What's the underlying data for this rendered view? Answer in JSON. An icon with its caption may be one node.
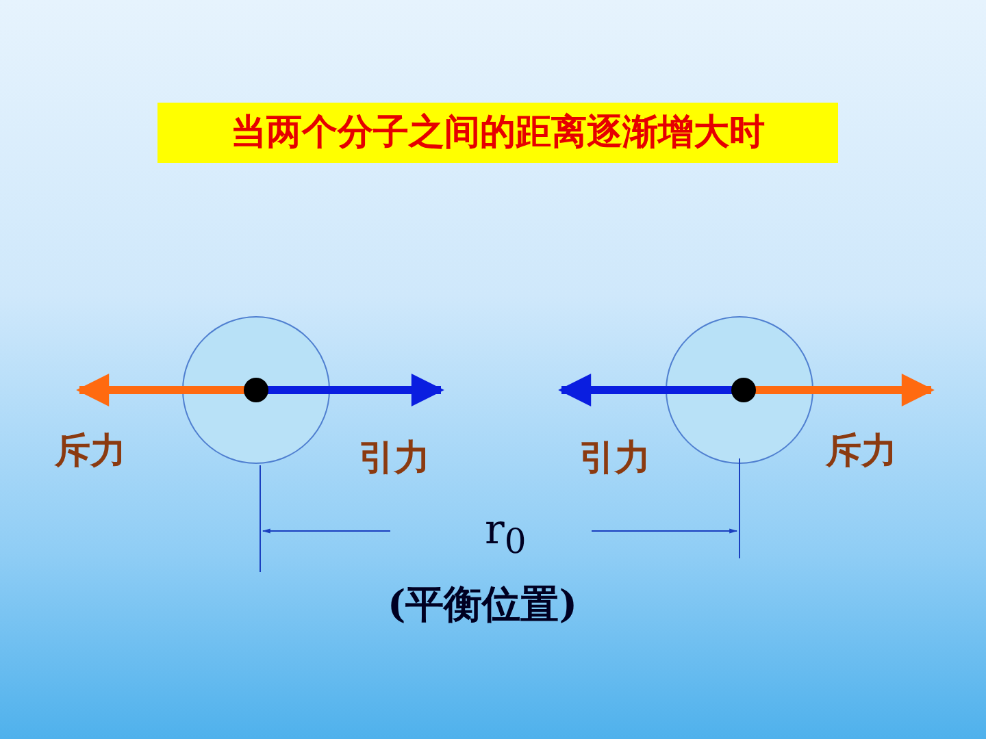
{
  "diagram": {
    "title": "当两个分子之间的距离逐渐增大时",
    "nodes": [
      {
        "text": [],
        "shape": "circle"
      },
      {
        "text": [],
        "shape": "circle"
      }
    ],
    "labels": [
      "斥力",
      "引力",
      "引力",
      "斥力",
      "r$_{0}$",
      "(平衡位置)"
    ]
  }
}
